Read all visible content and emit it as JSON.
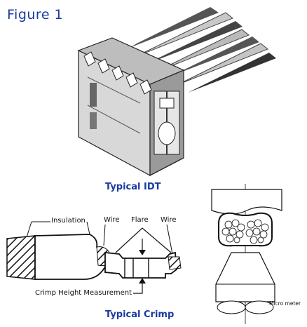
{
  "figure_title": "Figure 1",
  "idt": {
    "caption": "Typical IDT"
  },
  "crimp": {
    "caption": "Typical Crimp",
    "labels": {
      "insulation": "Insulation",
      "wire_left": "Wire",
      "flare": "Flare",
      "wire_right": "Wire",
      "crimp_height": "Crimp Height Measurement"
    }
  },
  "micrometer": {
    "label": "Micro meter"
  }
}
